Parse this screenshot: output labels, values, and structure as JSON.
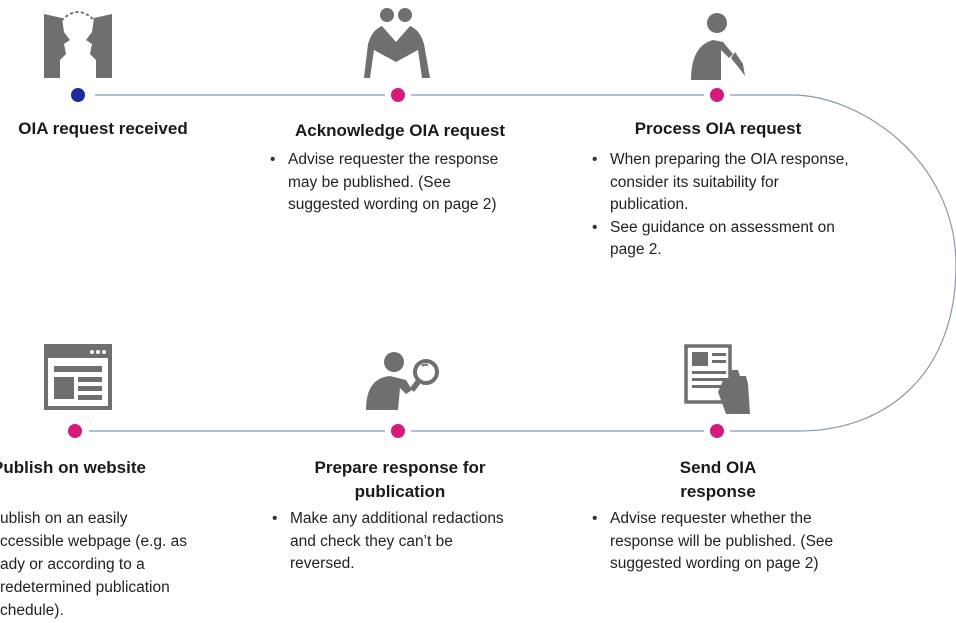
{
  "colors": {
    "start_dot": "#1d2a9e",
    "step_dot": "#d6197a",
    "line": "#8a9aa8",
    "icon": "#6f6f6f"
  },
  "steps": [
    {
      "title": "OIA request received",
      "icon": "two-faces-icon",
      "bullets": []
    },
    {
      "title": "Acknowledge OIA request",
      "icon": "handshake-icon",
      "bullets": [
        "Advise requester the response may be published. (See suggested wording on page 2)"
      ]
    },
    {
      "title": "Process OIA request",
      "icon": "person-writing-icon",
      "bullets": [
        "When preparing the OIA response, consider its suitability for publication.",
        "See guidance on assessment on page 2."
      ]
    },
    {
      "title": "Send OIA response",
      "icon": "document-hand-icon",
      "bullets": [
        "Advise requester whether the response will be published. (See suggested wording on page 2)"
      ]
    },
    {
      "title": "Prepare response for publication",
      "icon": "magnifier-person-icon",
      "bullets": [
        "Make any additional redactions and check they can’t be reversed."
      ]
    },
    {
      "title": "Publish on website",
      "icon": "webpage-icon",
      "text_lines": [
        "ublish on an easily",
        "ccessible webpage (e.g. as",
        "ady or according to a",
        "redetermined publication",
        "chedule)."
      ]
    }
  ]
}
